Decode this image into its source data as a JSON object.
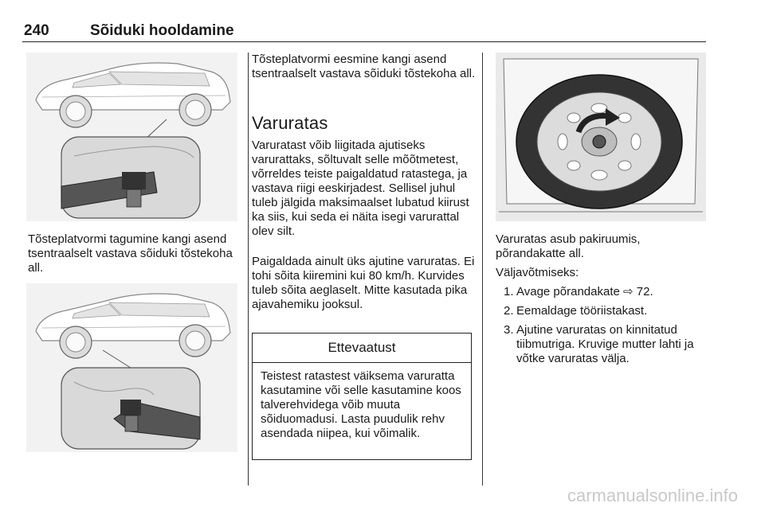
{
  "header": {
    "page_number": "240",
    "title": "Sõiduki hooldamine"
  },
  "col1": {
    "caption1": "Tõsteplatvormi tagumine kangi asend tsentraalselt vastava sõiduki tõstekoha all."
  },
  "col2": {
    "intro": "Tõsteplatvormi eesmine kangi asend tsentraalselt vastava sõiduki tõstekoha all.",
    "section_title": "Varuratas",
    "para1": "Varuratast võib liigitada ajutiseks varurattaks, sõltuvalt selle mõõtmetest, võrreldes teiste paigaldatud ratastega, ja vastava riigi eeskirjadest. Sellisel juhul tuleb jälgida maksimaalset lubatud kiirust ka siis, kui seda ei näita isegi varurattal olev silt.",
    "para2": "Paigaldada ainult üks ajutine varuratas. Ei tohi sõita kiiremini kui 80 km/h. Kurvides tuleb sõita aeglaselt. Mitte kasutada pika ajavahemiku jooksul.",
    "caution_title": "Ettevaatust",
    "caution_text": "Teistest ratastest väiksema varuratta kasutamine või selle kasutamine koos talverehvidega võib muuta sõiduomadusi. Lasta puudulik rehv asendada niipea, kui võimalik."
  },
  "col3": {
    "para1": "Varuratas asub pakiruumis, põrandakatte all.",
    "removal_label": "Väljavõtmiseks:",
    "steps": [
      {
        "num": "1.",
        "text": "Avage põrandakate",
        "ref": "72."
      },
      {
        "num": "2.",
        "text": "Eemaldage tööriistakast."
      },
      {
        "num": "3.",
        "text": "Ajutine varuratas on kinnitatud tiibmutriga. Kruvige mutter lahti ja võtke varuratas välja."
      }
    ]
  },
  "watermark": "carmanualsonline.info"
}
